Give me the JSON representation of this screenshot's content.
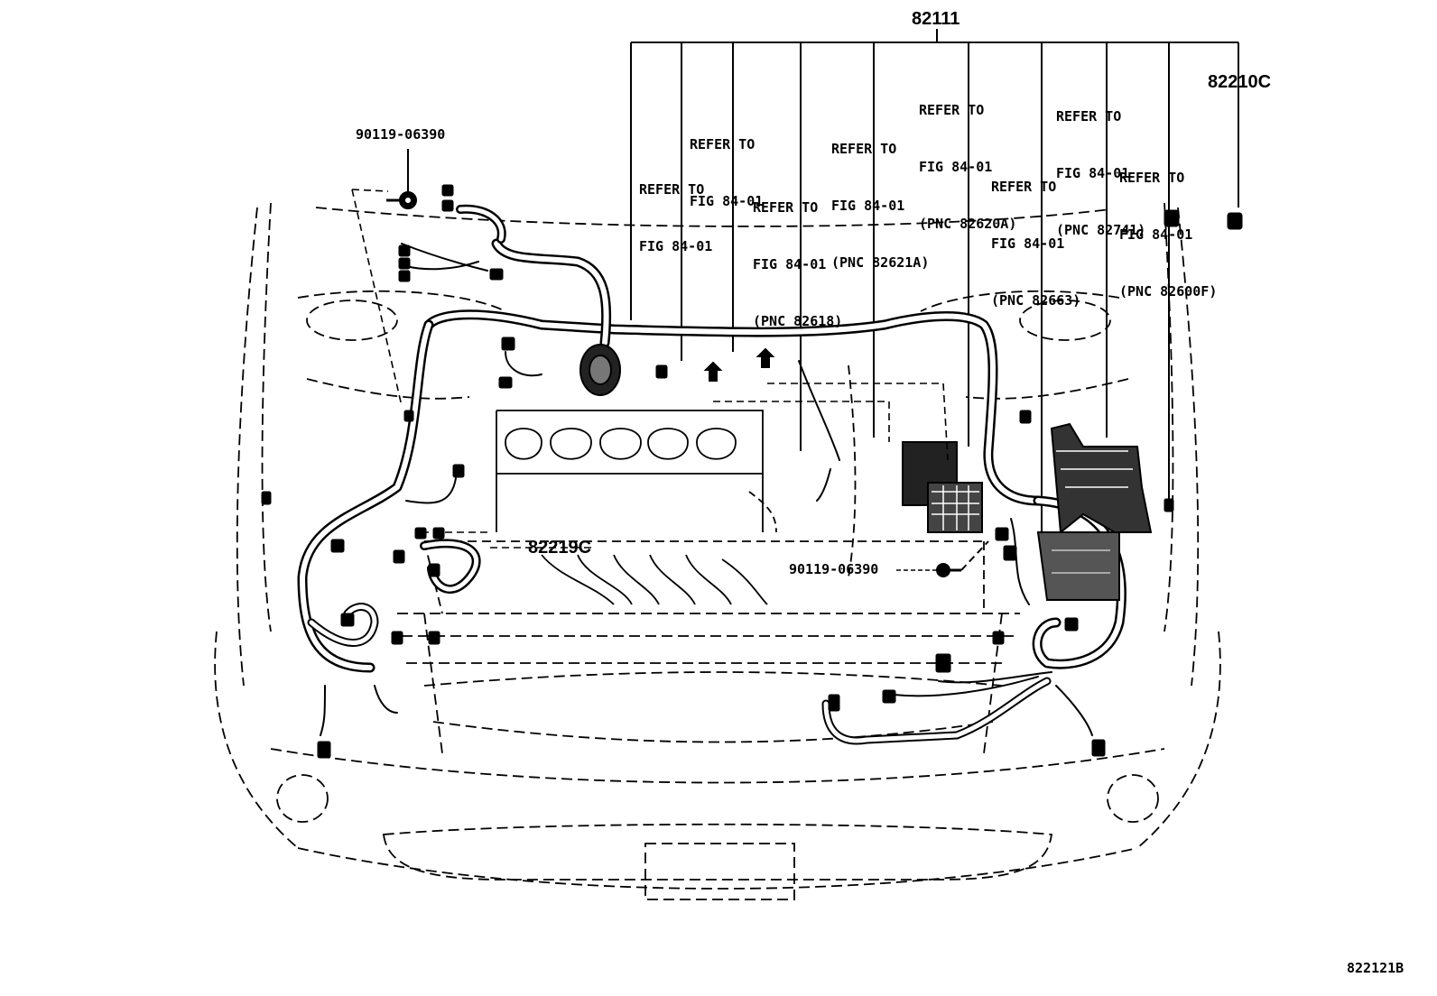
{
  "figure_id": "822121B",
  "part_numbers": {
    "harness_main": "82111",
    "harness_c": "82210C",
    "harness_engine": "82219C",
    "bolt_top_left": "90119-06390",
    "bolt_center": "90119-06390"
  },
  "references": [
    {
      "line1": "REFER TO",
      "line2": "FIG 84-01",
      "line3": ""
    },
    {
      "line1": "REFER TO",
      "line2": "FIG 84-01",
      "line3": ""
    },
    {
      "line1": "REFER TO",
      "line2": "FIG 84-01",
      "line3": "(PNC 82618)"
    },
    {
      "line1": "REFER TO",
      "line2": "FIG 84-01",
      "line3": "(PNC 82621A)"
    },
    {
      "line1": "REFER TO",
      "line2": "FIG 84-01",
      "line3": "(PNC 82620A)"
    },
    {
      "line1": "REFER TO",
      "line2": "FIG 84-01",
      "line3": "(PNC 82663)"
    },
    {
      "line1": "REFER TO",
      "line2": "FIG 84-01",
      "line3": "(PNC 82741)"
    },
    {
      "line1": "REFER TO",
      "line2": "FIG 84-01",
      "line3": "(PNC 82600F)"
    }
  ]
}
